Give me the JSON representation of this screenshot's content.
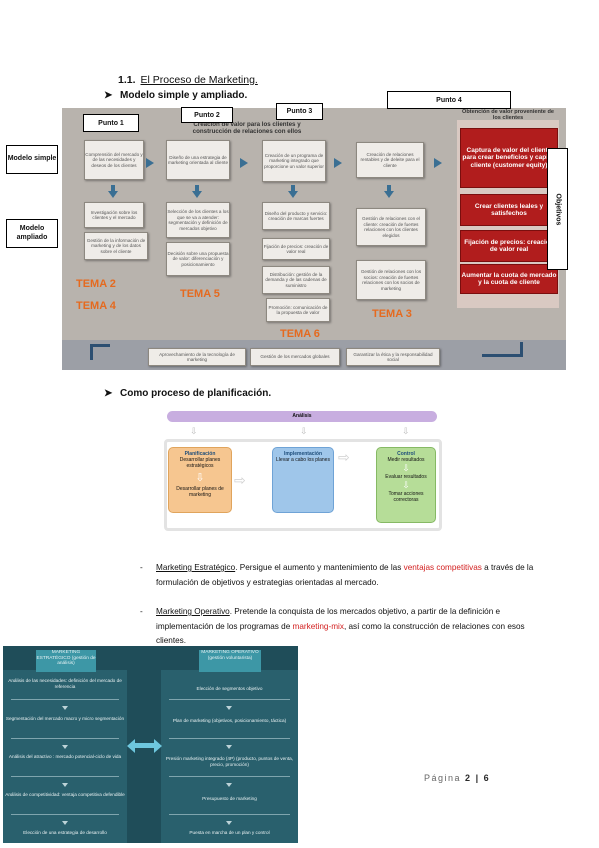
{
  "section": {
    "number": "1.1.",
    "title": "El Proceso de Marketing.",
    "bullet1": "Modelo simple y ampliado.",
    "bullet2": "Como proceso de planificación."
  },
  "diagram1": {
    "labels": {
      "punto1": "Punto 1",
      "punto2": "Punto 2",
      "punto3": "Punto 3",
      "punto4": "Punto 4",
      "modelo_simple": "Modelo simple",
      "modelo_ampliado": "Modelo ampliado",
      "objetivos": "Objetivos"
    },
    "header_main": "Creación de valor para los clientes y construcción de relaciones con ellos",
    "header_right": "Obtención de valor proveniente de los clientes",
    "top_boxes": [
      "Comprensión del mercado y de las necesidades y deseos de los clientes",
      "Diseño de una estrategia de marketing orientada al cliente",
      "Creación de un programa de marketing integrado que proporcione un valor superior",
      "Creación de relaciones rentables y de deleite para el cliente"
    ],
    "col1": [
      "Investigación sobre los clientes y el mercado",
      "Gestión de la información de marketing y de los datos sobre el cliente"
    ],
    "col2": [
      "Selección de los clientes a los que se va a atender: segmentación y definición de mercados objetivo",
      "Decisión sobre una propuesta de valor: diferenciación y posicionamiento"
    ],
    "col3": [
      "Diseño del producto y servicio: creación de marcas fuertes",
      "Fijación de precios: creación de valor real",
      "Distribución: gestión de la demanda y de las cadenas de suministro",
      "Promoción: comunicación de la propuesta de valor"
    ],
    "col4": [
      "Gestión de relaciones con el cliente: creación de fuertes relaciones con los clientes elegidos",
      "Gestión de relaciones con los socios: creación de fuertes relaciones con los socios de marketing"
    ],
    "red_boxes": [
      "Captura de valor del cliente para crear beneficios y capital cliente (customer equity)",
      "Crear clientes leales y satisfechos",
      "Fijación de precios: creación de valor real",
      "Aumentar la cuota de mercado y la cuota de cliente"
    ],
    "temas": {
      "t2": "TEMA 2",
      "t4": "TEMA 4",
      "t5": "TEMA 5",
      "t6": "TEMA 6",
      "t3": "TEMA 3"
    },
    "bottom_boxes": [
      "Aprovechamiento de la tecnología de marketing",
      "Gestión de los mercados globales",
      "Garantizar la ética y la responsabilidad social"
    ]
  },
  "diagram2": {
    "analisis": "Análisis",
    "planificacion": {
      "title": "Planificación",
      "l1": "Desarrollar planes estratégicos",
      "l2": "Desarrollar planes de marketing"
    },
    "implementacion": {
      "title": "Implementación",
      "l1": "Llevar a cabo los planes"
    },
    "control": {
      "title": "Control",
      "l1": "Medir resultados",
      "l2": "Evaluar resultados",
      "l3": "Tomar acciones correctoras"
    },
    "colors": {
      "analisis": "#c8aee0",
      "planificacion": "#f6c690",
      "implementacion": "#9fc6ea",
      "control": "#b6dd98"
    }
  },
  "paragraphs": {
    "p1": {
      "term": "Marketing Estratégico",
      "a": ". Persigue el aumento y mantenimiento de las ",
      "red": "ventajas competitivas",
      "b": " a través de la formulación de objetivos y estrategias orientadas al mercado."
    },
    "p2": {
      "term": "Marketing Operativo",
      "a": ". Pretende la conquista de los mercados objetivo, a partir de la definición e implementación de los programas de ",
      "red": "marketing-mix",
      "b": ", así como la construcción de relaciones con esos clientes."
    }
  },
  "diagram3": {
    "left_head": "MARKETING ESTRATÉGICO (gestión de análisis)",
    "right_head": "MARKETING OPERATIVO (gestión voluntarista)",
    "left_items": [
      "Análisis de las necesidades: definición del mercado de referencia",
      "Segmentación del mercado macro y micro segmentación",
      "Análisis del atractivo : mercado potencial-ciclo de vida",
      "Análisis de competitividad: ventaja competitiva defendible",
      "Elección de una estrategia de desarrollo"
    ],
    "right_items": [
      "Elección de segmentos objetivo",
      "Plan de marketing (objetivos, posicionamiento, táctica)",
      "Presión marketing integrado (4P) (producto, puntos de venta, precio, promoción)",
      "Presupuesto de marketing",
      "Puesta en marcha de un plan y control"
    ]
  },
  "footer": {
    "pagina": "Página",
    "current": "2",
    "sep": "|",
    "total": "6"
  }
}
